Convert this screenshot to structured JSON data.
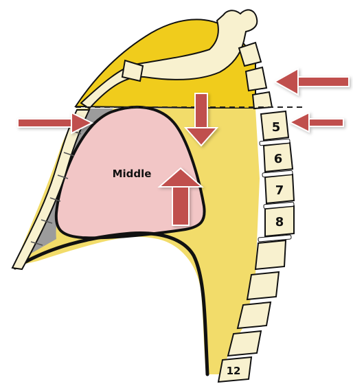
{
  "region_label": "Middle",
  "vertebra_labels": [
    "5",
    "6",
    "7",
    "8",
    "12"
  ],
  "colors": {
    "mediastinum_yellow": "#f2dc6a",
    "superior_yellow": "#f0cc1c",
    "middle_pink": "#f2c6c6",
    "anterior_grey": "#9c9c9c",
    "bone": "#f8f1cf",
    "arrow_red": "#c0504d",
    "outline": "#111111"
  },
  "icons": [
    "arrow-right-icon",
    "arrow-left-icon",
    "arrow-down-icon",
    "arrow-up-icon"
  ]
}
